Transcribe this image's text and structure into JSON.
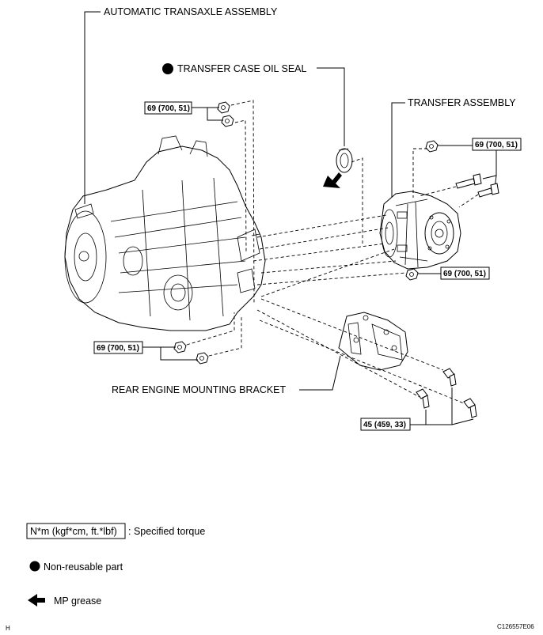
{
  "labels": {
    "automatic_transaxle": "AUTOMATIC TRANSAXLE ASSEMBLY",
    "transfer_case_oil_seal": "TRANSFER CASE OIL SEAL",
    "transfer_assembly": "TRANSFER ASSEMBLY",
    "rear_engine_mounting_bracket": "REAR ENGINE MOUNTING BRACKET"
  },
  "torques": {
    "t_top_left": "69 (700, 51)",
    "t_top_right": "69 (700, 51)",
    "t_mid_right": "69 (700, 51)",
    "t_lower_left": "69 (700, 51)",
    "t_bottom": "45 (459, 33)"
  },
  "legend": {
    "torque_box": "N*m (kgf*cm, ft.*lbf)",
    "torque_desc": ": Specified torque",
    "nonreusable": "Non-reusable part",
    "grease": "MP grease"
  },
  "footer": {
    "left_code": "H",
    "figure_id": "C126557E06"
  }
}
